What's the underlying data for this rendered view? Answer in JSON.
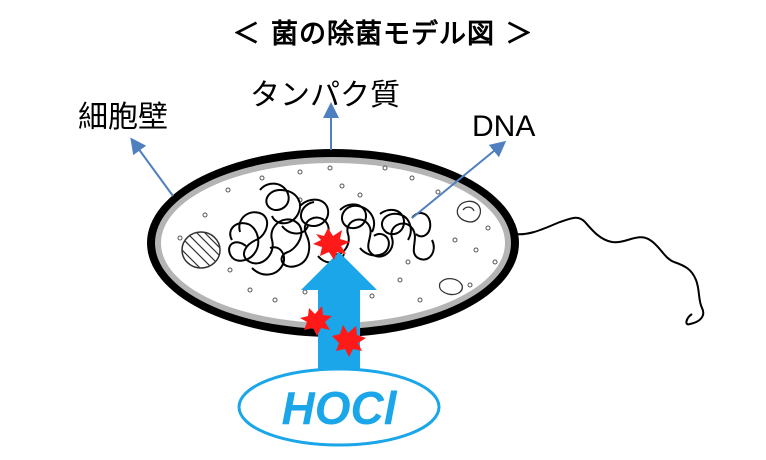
{
  "title": "＜ 菌の除菌モデル図 ＞",
  "labels": {
    "cell_wall": "細胞壁",
    "protein": "タンパク質",
    "dna": "DNA"
  },
  "agent": "HOCl",
  "colors": {
    "arrow_fill": "#1aa6e8",
    "ellipse_stroke": "#1aa6e8",
    "pointer": "#4f7fbf",
    "damage": "#ff1a1a",
    "membrane": "#b4b4b4"
  }
}
